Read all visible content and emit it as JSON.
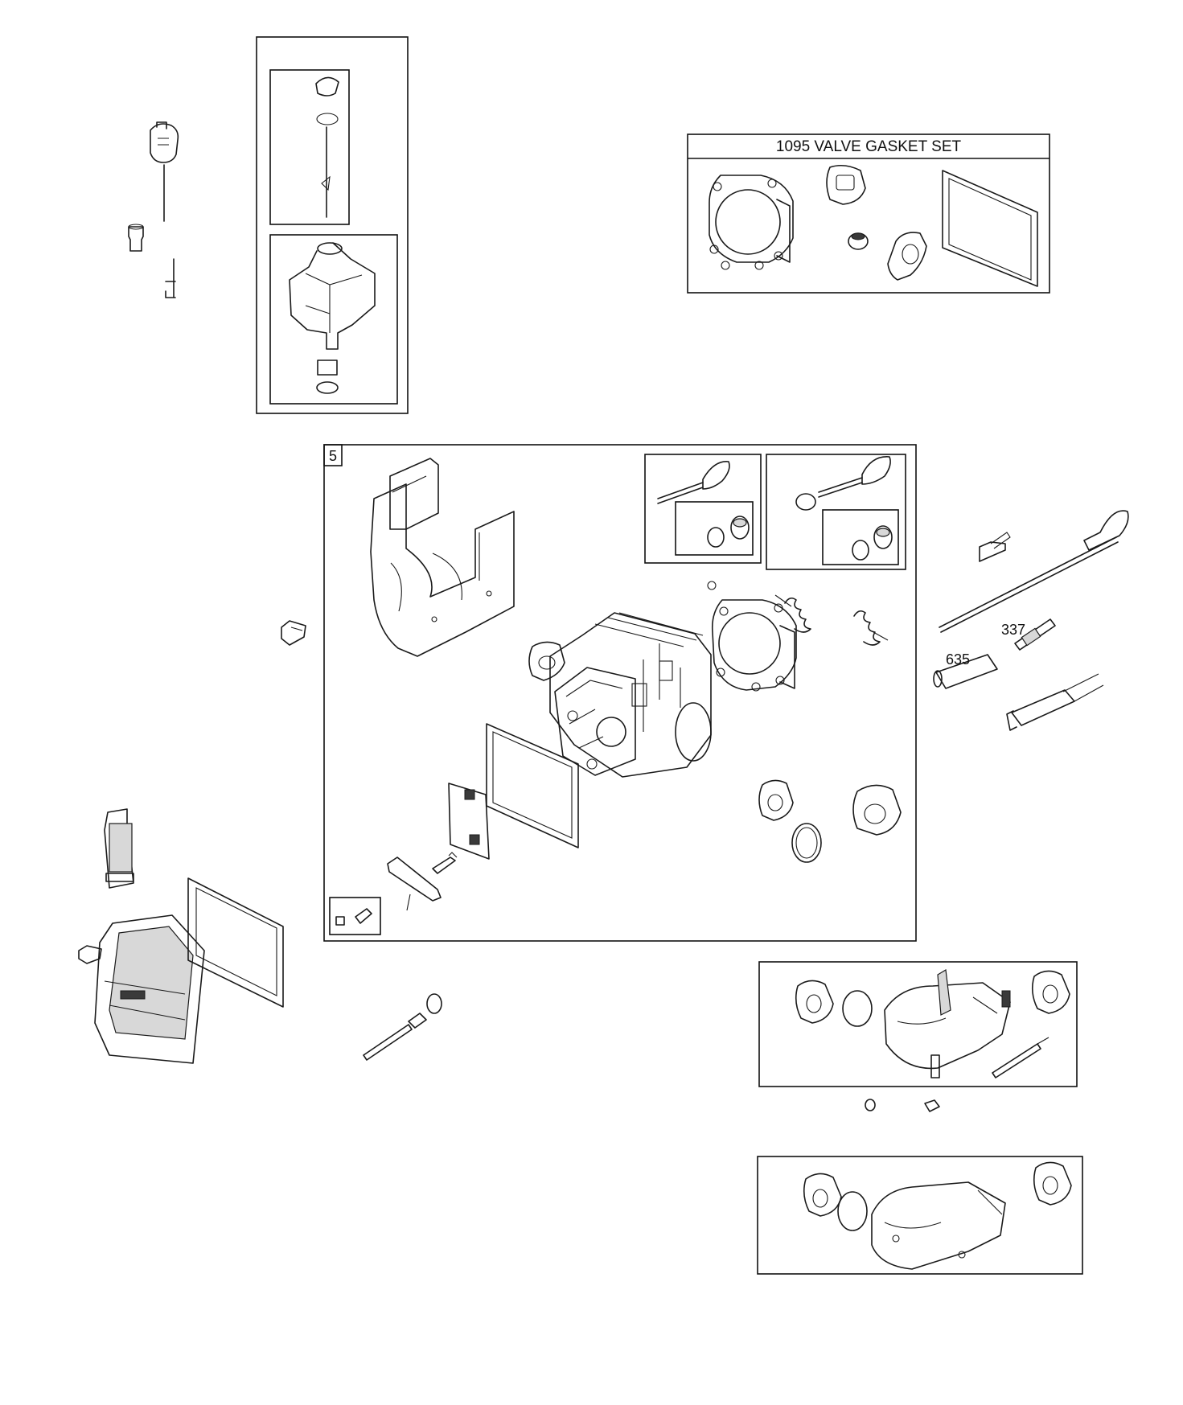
{
  "kit_title": "1095 VALVE GASKET SET",
  "frame_label": "5",
  "callouts": {
    "spark_plug": "337",
    "plug_wire_boot": "635"
  }
}
